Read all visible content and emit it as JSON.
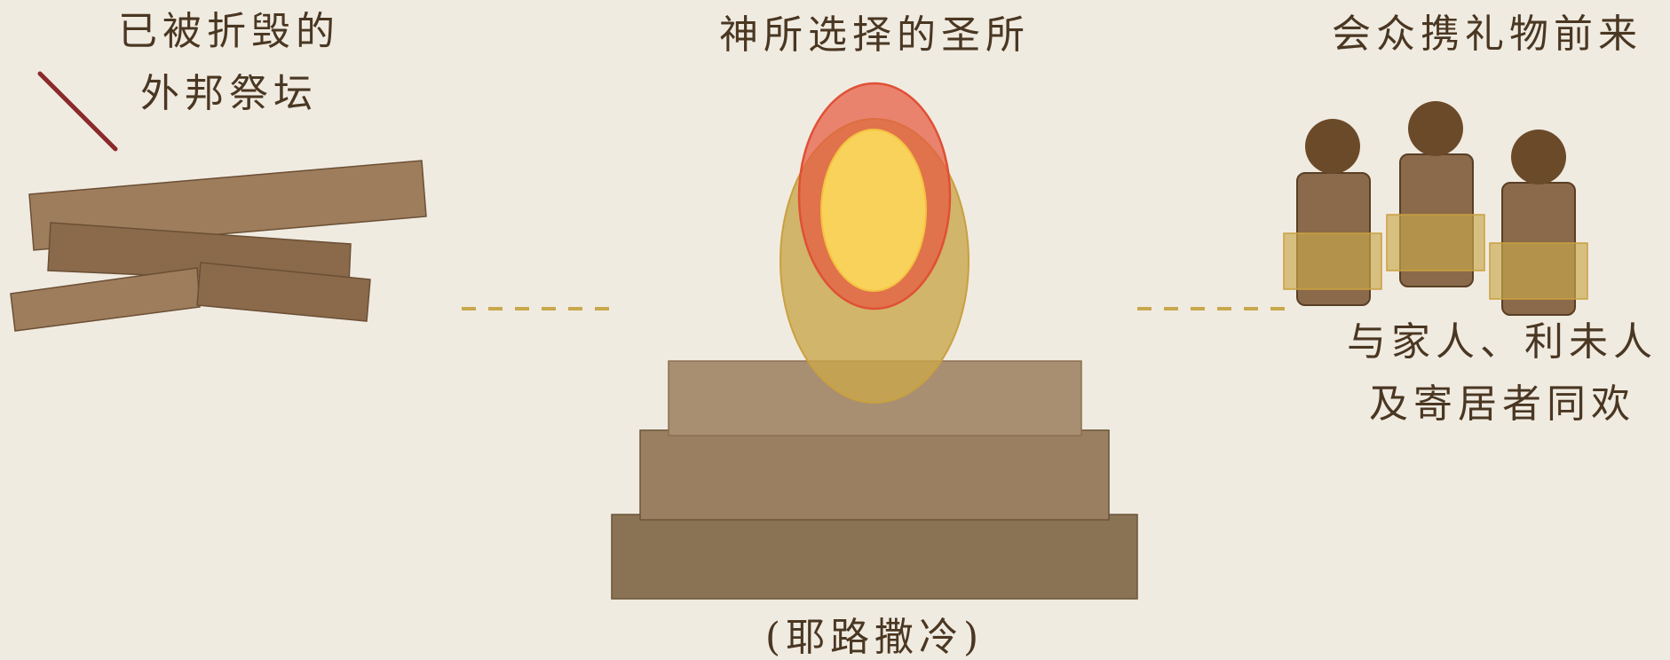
{
  "left_panel": {
    "title_line1": "已被折毁的",
    "title_line2": "外邦祭坛"
  },
  "center_panel": {
    "title": "神所选择的圣所",
    "caption": "(耶路撒冷)"
  },
  "right_panel": {
    "title": "会众携礼物前来",
    "caption_line1": "与家人、利未人",
    "caption_line2": "及寄居者同欢"
  },
  "colors": {
    "background": "#f0ebe1",
    "text": "#4a3722",
    "wood_light": "#9e7d5c",
    "wood_dark": "#8a6a4a",
    "strike_red": "#8b2a2a",
    "altar_top": "#a88f71",
    "altar_mid": "#9a8060",
    "altar_base": "#8a7355",
    "glow_gold": "#c9a84c",
    "flame_red": "#e65a40",
    "flame_yellow": "#f8d25a",
    "person_head": "#6b4a2a",
    "person_body": "#8a6a4a",
    "gift_gold": "#c9a84c",
    "connector_gold": "#c9a84c"
  },
  "icons": [
    "broken-altar-icon",
    "altar-fire-icon",
    "worshipper-icon"
  ]
}
